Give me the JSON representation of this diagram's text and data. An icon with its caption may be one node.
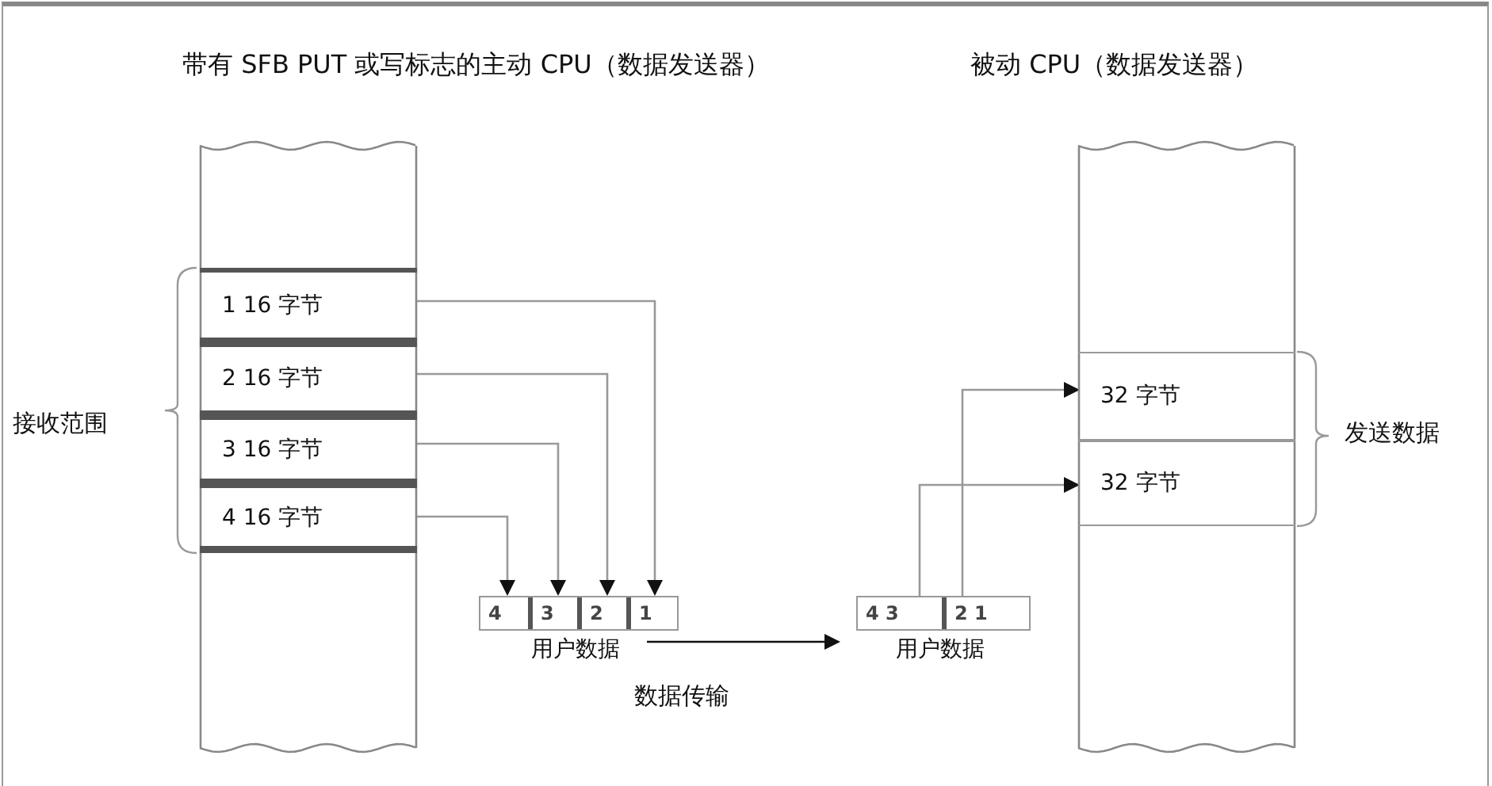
{
  "diagram": {
    "nodes": [
      {
        "text": [],
        "shape": "box"
      },
      {
        "text": [
          "1 16 字节"
        ],
        "in": 0
      },
      {
        "text": [
          "2 16 字节"
        ],
        "in": 0
      },
      {
        "text": [
          "3 16 字节"
        ],
        "in": 0
      },
      {
        "text": [
          "4 16 字节"
        ],
        "in": 0
      },
      {
        "text": [],
        "shape": "bar",
        "beside": [
          "用户数据"
        ]
      },
      {
        "text": [
          "4"
        ],
        "in": 5
      },
      {
        "text": [
          "3"
        ],
        "in": 5
      },
      {
        "text": [
          "2"
        ],
        "in": 5
      },
      {
        "text": [
          "1"
        ],
        "in": 5
      },
      {
        "text": [],
        "shape": "box"
      },
      {
        "text": [
          "32 字节"
        ],
        "in": 10
      },
      {
        "text": [
          "32 字节"
        ],
        "in": 10
      },
      {
        "text": [],
        "shape": "bar",
        "beside": [
          "用户数据"
        ]
      },
      {
        "text": [
          "4 3"
        ],
        "in": 13
      },
      {
        "text": [
          "2 1"
        ],
        "in": 13
      }
    ],
    "edges": [
      {
        "from": 1,
        "to": 9,
        "arrow": "to"
      },
      {
        "from": 2,
        "to": 8,
        "arrow": "to"
      },
      {
        "from": 3,
        "to": 7,
        "arrow": "to"
      },
      {
        "from": 4,
        "to": 6,
        "arrow": "to"
      },
      {
        "from": 15,
        "to": 11,
        "arrow": "to"
      },
      {
        "from": 14,
        "to": 12,
        "arrow": "to"
      }
    ],
    "labels": [
      "带有 SFB PUT 或写标志的主动 CPU（数据发送器）",
      "被动 CPU（数据发送器）",
      "接收范围",
      "发送数据",
      "数据传输"
    ]
  }
}
